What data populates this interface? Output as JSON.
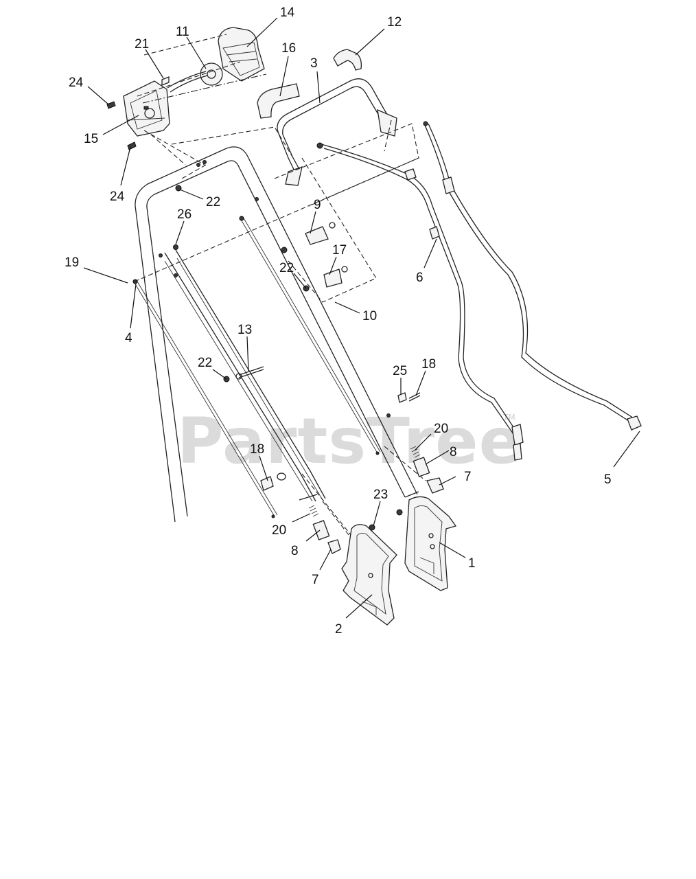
{
  "watermark": {
    "text": "PartsTree",
    "trademark": "TM"
  },
  "callouts": [
    {
      "id": "c-14a",
      "label": "14"
    },
    {
      "id": "c-12",
      "label": "12"
    },
    {
      "id": "c-11",
      "label": "11"
    },
    {
      "id": "c-21",
      "label": "21"
    },
    {
      "id": "c-16",
      "label": "16"
    },
    {
      "id": "c-3",
      "label": "3"
    },
    {
      "id": "c-24a",
      "label": "24"
    },
    {
      "id": "c-15",
      "label": "15"
    },
    {
      "id": "c-24b",
      "label": "24"
    },
    {
      "id": "c-22a",
      "label": "22"
    },
    {
      "id": "c-26",
      "label": "26"
    },
    {
      "id": "c-9",
      "label": "9"
    },
    {
      "id": "c-19",
      "label": "19"
    },
    {
      "id": "c-17",
      "label": "17"
    },
    {
      "id": "c-22b",
      "label": "22"
    },
    {
      "id": "c-6",
      "label": "6"
    },
    {
      "id": "c-10",
      "label": "10"
    },
    {
      "id": "c-4",
      "label": "4"
    },
    {
      "id": "c-13",
      "label": "13"
    },
    {
      "id": "c-22c",
      "label": "22"
    },
    {
      "id": "c-18a",
      "label": "18"
    },
    {
      "id": "c-25",
      "label": "25"
    },
    {
      "id": "c-20a",
      "label": "20"
    },
    {
      "id": "c-8a",
      "label": "8"
    },
    {
      "id": "c-18b",
      "label": "18"
    },
    {
      "id": "c-7a",
      "label": "7"
    },
    {
      "id": "c-23",
      "label": "23"
    },
    {
      "id": "c-5",
      "label": "5"
    },
    {
      "id": "c-20b",
      "label": "20"
    },
    {
      "id": "c-1",
      "label": "1"
    },
    {
      "id": "c-8b",
      "label": "8"
    },
    {
      "id": "c-7b",
      "label": "7"
    },
    {
      "id": "c-2",
      "label": "2"
    }
  ]
}
